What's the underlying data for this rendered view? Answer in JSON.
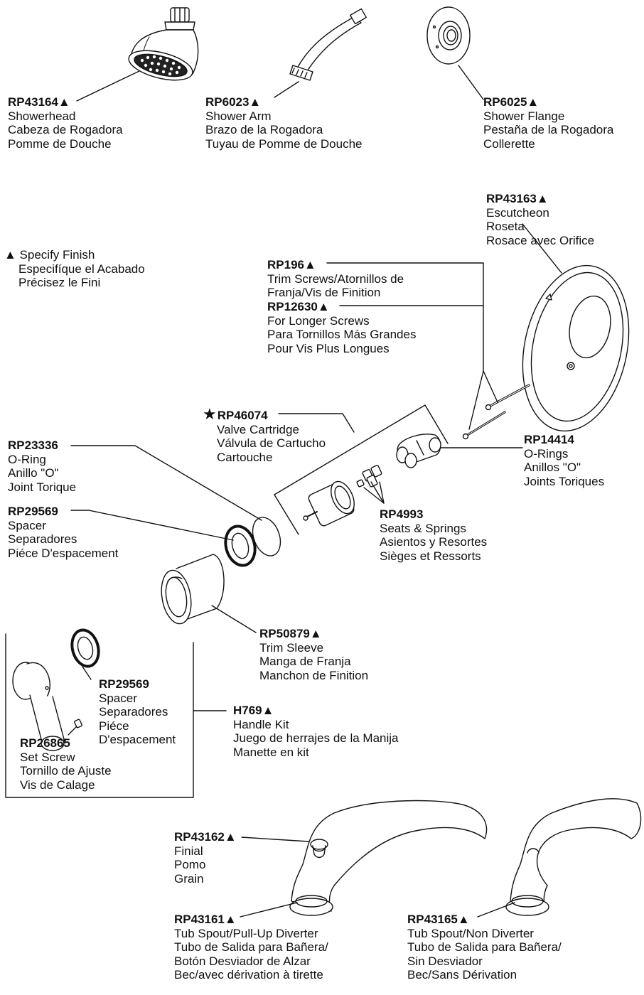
{
  "parts": {
    "showerhead": {
      "number": "RP43164▲",
      "lines": [
        "Showerhead",
        "Cabeza de Rogadora",
        "Pomme de Douche"
      ]
    },
    "shower_arm": {
      "number": "RP6023▲",
      "lines": [
        "Shower Arm",
        "Brazo de la Rogadora",
        "Tuyau de Pomme de Douche"
      ]
    },
    "shower_flange": {
      "number": "RP6025▲",
      "lines": [
        "Shower Flange",
        "Pestaña de la Rogadora",
        "Collerette"
      ]
    },
    "escutcheon": {
      "number": "RP43163▲",
      "lines": [
        "Escutcheon",
        "Roseta",
        "Rosace avec Orifice"
      ]
    },
    "trim_screws": {
      "number": "RP196▲",
      "lines": [
        "Trim Screws/Atornillos de",
        "Franja/Vis de Finition"
      ]
    },
    "longer_screws": {
      "number": "RP12630▲",
      "lines": [
        "For Longer Screws",
        "Para Tornillos Más Grandes",
        "Pour Vis Plus Longues"
      ]
    },
    "valve_cartridge": {
      "star": "★",
      "number": "RP46074",
      "lines": [
        "Valve Cartridge",
        "Válvula de Cartucho",
        "Cartouche"
      ]
    },
    "o_rings": {
      "number": "RP14414",
      "lines": [
        "O-Rings",
        "Anillos \"O\"",
        "Joints Toriques"
      ]
    },
    "o_ring": {
      "number": "RP23336",
      "lines": [
        "O-Ring",
        "Anillo \"O\"",
        "Joint Torique"
      ]
    },
    "spacer": {
      "number": "RP29569",
      "lines": [
        "Spacer",
        "Separadores",
        "Piéce D'espacement"
      ]
    },
    "seats_springs": {
      "number": "RP4993",
      "lines": [
        "Seats & Springs",
        "Asientos y Resortes",
        "Sièges et Ressorts"
      ]
    },
    "trim_sleeve": {
      "number": "RP50879▲",
      "lines": [
        "Trim Sleeve",
        "Manga de Franja",
        "Manchon de Finition"
      ]
    },
    "kit_spacer": {
      "number": "RP29569",
      "lines": [
        "Spacer",
        "Separadores",
        "Piéce",
        "D'espacement"
      ]
    },
    "set_screw": {
      "number": "RP26865",
      "lines": [
        "Set Screw",
        "Tornillo de Ajuste",
        "Vis de Calage"
      ]
    },
    "handle_kit": {
      "number": "H769▲",
      "lines": [
        "Handle Kit",
        "Juego de herrajes de la Manija",
        "Manette en kit"
      ]
    },
    "finial": {
      "number": "RP43162▲",
      "lines": [
        "Finial",
        "Pomo",
        "Grain"
      ]
    },
    "tub_spout_diverter": {
      "number": "RP43161▲",
      "lines": [
        "Tub Spout/Pull-Up Diverter",
        "Tubo de Salida para Bañera/",
        "Botón Desviador de Alzar",
        "Bec/avec dérivation à tirette"
      ]
    },
    "tub_spout_non_diverter": {
      "number": "RP43165▲",
      "lines": [
        "Tub Spout/Non Diverter",
        "Tubo de Salida para Bañera/",
        "Sin Desviador",
        "Bec/Sans Dérivation"
      ]
    }
  },
  "finish_note": {
    "lines": [
      "▲ Specify Finish",
      "Especifíque el Acabado",
      "Précisez le Fini"
    ]
  }
}
